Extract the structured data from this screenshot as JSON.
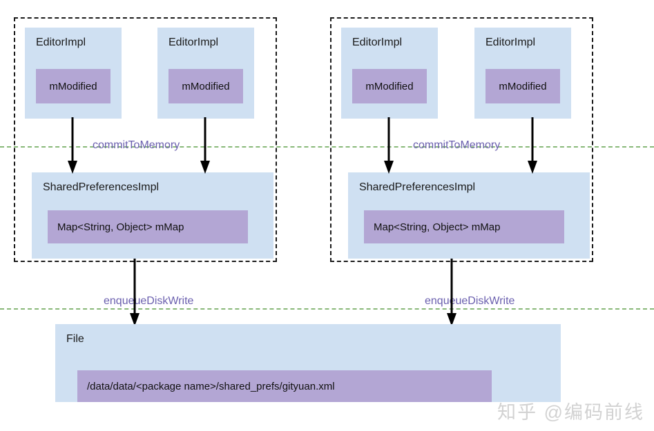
{
  "diagram": {
    "title": "Android SharedPreferences write flow",
    "colors": {
      "node_fill": "#cfe0f2",
      "field_fill": "#b3a6d4",
      "group_border": "#1a1a1a",
      "boundary_line": "#88b878",
      "boundary_label": "#6a5fae",
      "arrow": "#000000",
      "watermark": "#d2d2d2",
      "background": "#ffffff"
    }
  },
  "groups": [
    {
      "id": "group-left",
      "name": "process-group-left",
      "editors": [
        {
          "title": "EditorImpl",
          "field": "mModified"
        },
        {
          "title": "EditorImpl",
          "field": "mModified"
        }
      ],
      "shared_prefs": {
        "title": "SharedPreferencesImpl",
        "field": "Map<String, Object>   mMap"
      },
      "commit_label": "commitToMemory",
      "enqueue_label": "enqueueDiskWrite"
    },
    {
      "id": "group-right",
      "name": "process-group-right",
      "editors": [
        {
          "title": "EditorImpl",
          "field": "mModified"
        },
        {
          "title": "EditorImpl",
          "field": "mModified"
        }
      ],
      "shared_prefs": {
        "title": "SharedPreferencesImpl",
        "field": "Map<String, Object>   mMap"
      },
      "commit_label": "commitToMemory",
      "enqueue_label": "enqueueDiskWrite"
    }
  ],
  "file_node": {
    "title": "File",
    "path": "/data/data/<package name>/shared_prefs/gityuan.xml"
  },
  "watermark": {
    "text": "知乎 @编码前线"
  }
}
